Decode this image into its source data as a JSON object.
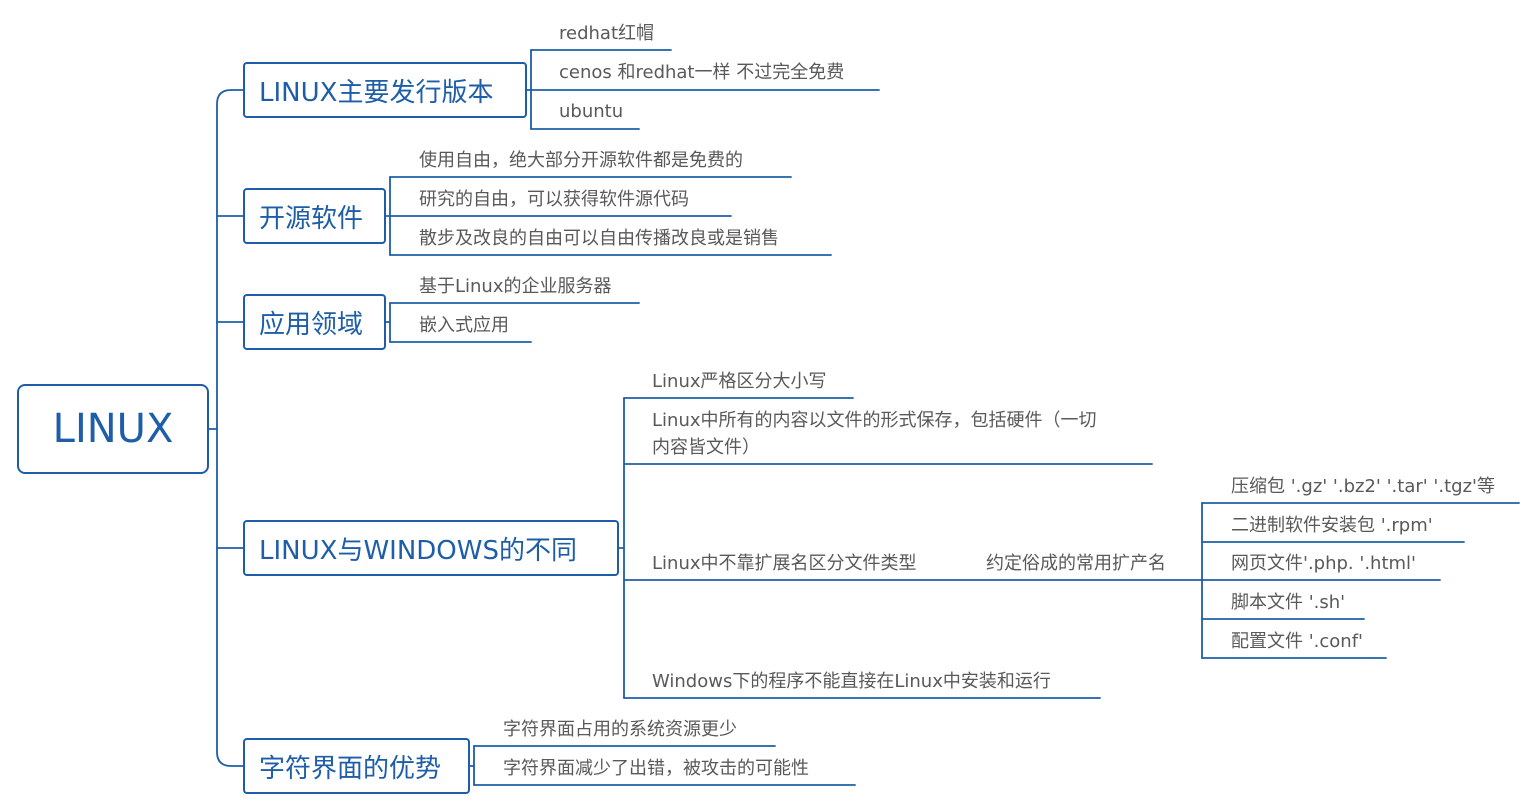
{
  "root": {
    "label": "LINUX"
  },
  "branches": [
    {
      "label": "LINUX主要发行版本",
      "children": [
        "redhat红帽",
        "cenos 和redhat一样 不过完全免费",
        "ubuntu"
      ]
    },
    {
      "label": "开源软件",
      "children": [
        "使用自由，绝大部分开源软件都是免费的",
        "研究的自由，可以获得软件源代码",
        "散步及改良的自由可以自由传播改良或是销售"
      ]
    },
    {
      "label": "应用领域",
      "children": [
        "基于Linux的企业服务器",
        "嵌入式应用"
      ]
    },
    {
      "label": "LINUX与WINDOWS的不同",
      "children": [
        "Linux严格区分大小写",
        "Linux中所有的内容以文件的形式保存，包括硬件（一切",
        "内容皆文件）",
        "Linux中不靠扩展名区分文件类型",
        "Windows下的程序不能直接在Linux中安装和运行"
      ],
      "sub": {
        "label": "约定俗成的常用扩产名",
        "children": [
          "压缩包 '.gz' '.bz2' '.tar' '.tgz'等",
          "二进制软件安装包 '.rpm'",
          "网页文件'.php. '.html'",
          "脚本文件 '.sh'",
          "配置文件 '.conf'"
        ]
      }
    },
    {
      "label": "字符界面的优势",
      "children": [
        "字符界面占用的系统资源更少",
        "字符界面减少了出错，被攻击的可能性"
      ]
    }
  ],
  "colors": {
    "line": "#1e5ea8",
    "text_primary": "#1e5ea8",
    "text_secondary": "#595959"
  }
}
